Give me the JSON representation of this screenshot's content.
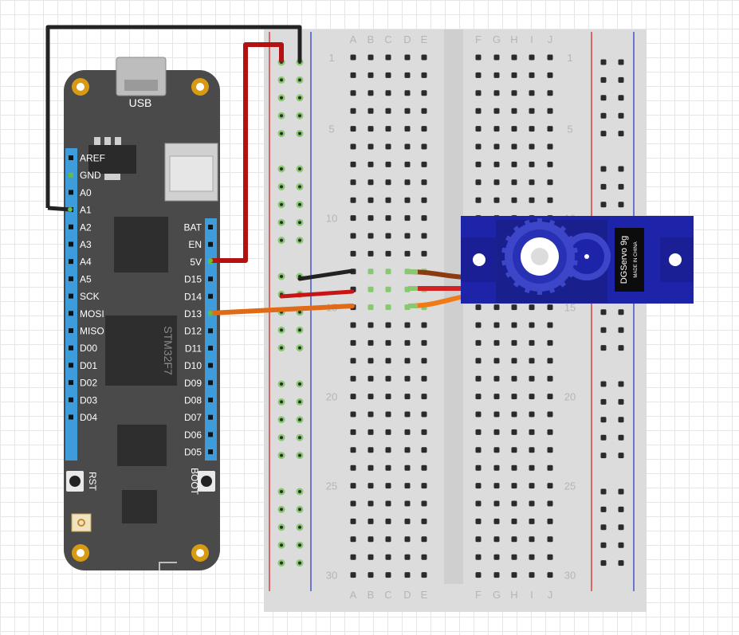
{
  "board": {
    "usb_label": "USB",
    "chip_label": "STM32F7",
    "rst_label": "RST",
    "boot_label": "BOOT",
    "left_pins": [
      "AREF",
      "GND",
      "A0",
      "A1",
      "A2",
      "A3",
      "A4",
      "A5",
      "SCK",
      "MOSI",
      "MISO",
      "D00",
      "D01",
      "D02",
      "D03",
      "D04"
    ],
    "right_pins": [
      "BAT",
      "EN",
      "5V",
      "D15",
      "D14",
      "D13",
      "D12",
      "D11",
      "D10",
      "D09",
      "D08",
      "D07",
      "D06",
      "D05"
    ]
  },
  "breadboard": {
    "cols_left": [
      "A",
      "B",
      "C",
      "D",
      "E"
    ],
    "cols_right": [
      "F",
      "G",
      "H",
      "I",
      "J"
    ],
    "row_numbers": [
      "1",
      "5",
      "10",
      "15",
      "20",
      "25",
      "30"
    ]
  },
  "servo": {
    "model": "DGServo 9g",
    "origin": "MADE IN CHINA"
  },
  "wires": [
    {
      "name": "gnd-wire",
      "color": "#222222"
    },
    {
      "name": "5v-wire",
      "color": "#c81414"
    },
    {
      "name": "signal-wire",
      "color": "#e8731e"
    }
  ]
}
